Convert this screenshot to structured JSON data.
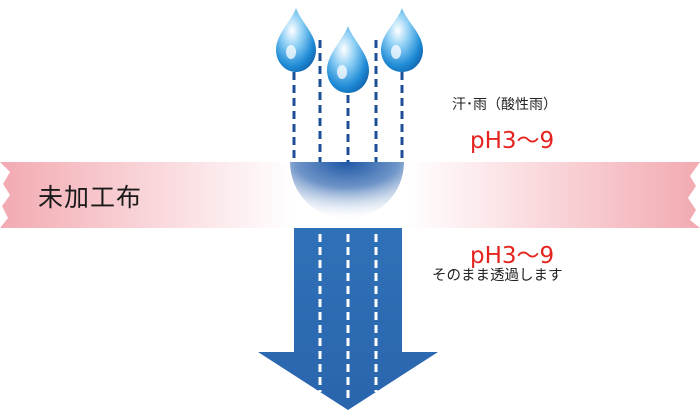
{
  "fabric_label": "未加工布",
  "rain_label": "汗･雨（酸性雨）",
  "ph_above": "pH3〜9",
  "ph_below": "pH3〜9",
  "pass_through_label": "そのまま透過します",
  "colors": {
    "fabric_pink": "#f3b3b9",
    "ph_red": "#e5231f",
    "arrow_blue": "#2b6cb3",
    "drop_blue": "#1d7fd0"
  },
  "icons": [
    "water-drop-icon",
    "water-drop-icon",
    "water-drop-icon",
    "down-arrow-icon"
  ]
}
